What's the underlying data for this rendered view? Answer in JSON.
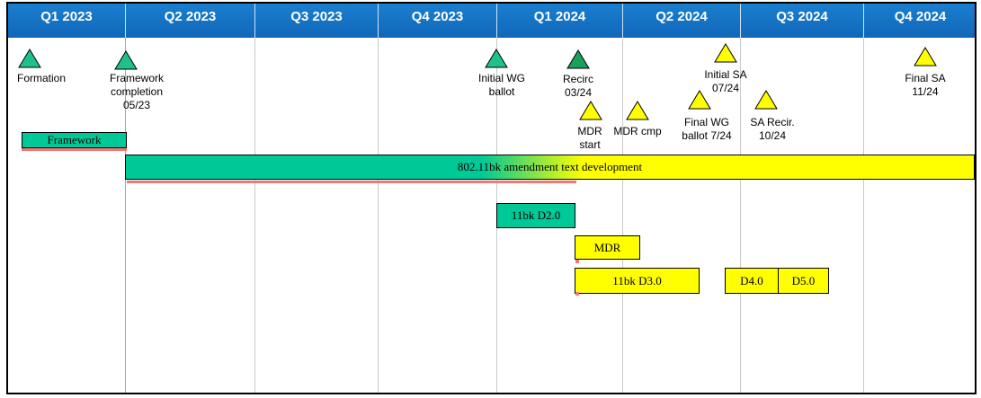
{
  "quarters": [
    "Q1 2023",
    "Q2 2023",
    "Q3 2023",
    "Q4 2023",
    "Q1 2024",
    "Q2 2024",
    "Q3 2024",
    "Q4 2024"
  ],
  "colors": {
    "header": "#1166b8",
    "green": "#00c896",
    "dark_green": "#1aa05a",
    "yellow": "#ffff00",
    "red": "#f07878"
  },
  "milestones": {
    "formation": "Formation",
    "framework_completion": "Framework\ncompletion\n05/23",
    "initial_wg_ballot": "Initial WG\nballot",
    "recirc": "Recirc\n03/24",
    "mdr_start": "MDR\nstart",
    "mdr_cmp": "MDR cmp",
    "final_wg_ballot": "Final WG\nballot 7/24",
    "initial_sa": "Initial SA\n07/24",
    "sa_recir": "SA Recir.\n10/24",
    "final_sa": "Final SA\n11/24"
  },
  "bars": {
    "framework": "Framework",
    "amendment": "802.11bk amendment text development",
    "d2": "11bk D2.0",
    "mdr": "MDR",
    "d3": "11bk D3.0",
    "d4": "D4.0",
    "d5": "D5.0"
  }
}
